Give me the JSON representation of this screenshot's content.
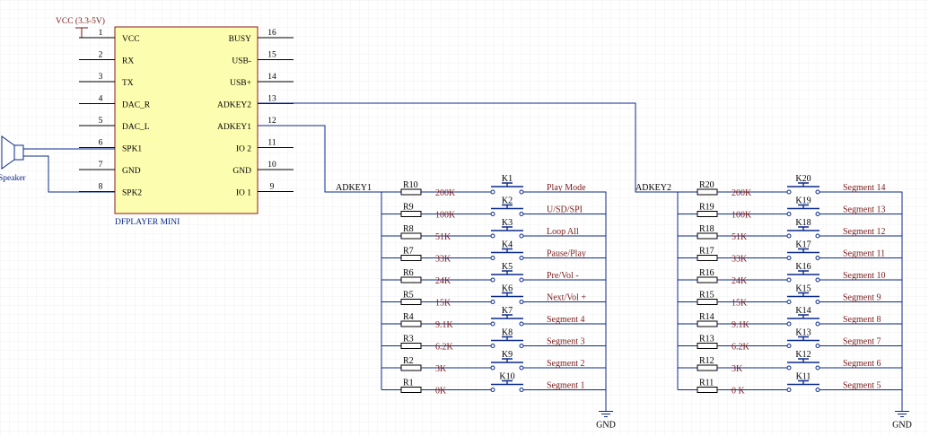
{
  "module": {
    "name": "DFPLAYER MINI",
    "vcc_label": "VCC (3.3-5V)",
    "left_pins": [
      {
        "num": "1",
        "name": "VCC"
      },
      {
        "num": "2",
        "name": "RX"
      },
      {
        "num": "3",
        "name": "TX"
      },
      {
        "num": "4",
        "name": "DAC_R"
      },
      {
        "num": "5",
        "name": "DAC_L"
      },
      {
        "num": "6",
        "name": "SPK1"
      },
      {
        "num": "7",
        "name": "GND"
      },
      {
        "num": "8",
        "name": "SPK2"
      }
    ],
    "right_pins": [
      {
        "num": "16",
        "name": "BUSY"
      },
      {
        "num": "15",
        "name": "USB-"
      },
      {
        "num": "14",
        "name": "USB+"
      },
      {
        "num": "13",
        "name": "ADKEY2"
      },
      {
        "num": "12",
        "name": "ADKEY1"
      },
      {
        "num": "11",
        "name": "IO 2"
      },
      {
        "num": "10",
        "name": "GND"
      },
      {
        "num": "9",
        "name": "IO 1"
      }
    ]
  },
  "speaker_label": "Speaker",
  "networks": [
    {
      "net_label": "ADKEY1",
      "gnd_label": "GND",
      "rows": [
        {
          "r": "R10",
          "value": "200K",
          "k": "K1",
          "function": "Play Mode"
        },
        {
          "r": "R9",
          "value": "100K",
          "k": "K2",
          "function": "U/SD/SPI"
        },
        {
          "r": "R8",
          "value": "51K",
          "k": "K3",
          "function": "Loop All"
        },
        {
          "r": "R7",
          "value": "33K",
          "k": "K4",
          "function": "Pause/Play"
        },
        {
          "r": "R6",
          "value": "24K",
          "k": "K5",
          "function": "Pre/Vol -"
        },
        {
          "r": "R5",
          "value": "15K",
          "k": "K6",
          "function": "Next/Vol +"
        },
        {
          "r": "R4",
          "value": "9.1K",
          "k": "K7",
          "function": "Segment 4"
        },
        {
          "r": "R3",
          "value": "6.2K",
          "k": "K8",
          "function": "Segment 3"
        },
        {
          "r": "R2",
          "value": "3K",
          "k": "K9",
          "function": "Segment 2"
        },
        {
          "r": "R1",
          "value": "0K",
          "k": "K10",
          "function": "Segment 1"
        }
      ]
    },
    {
      "net_label": "ADKEY2",
      "gnd_label": "GND",
      "rows": [
        {
          "r": "R20",
          "value": "200K",
          "k": "K20",
          "function": "Segment 14"
        },
        {
          "r": "R19",
          "value": "100K",
          "k": "K19",
          "function": "Segment 13"
        },
        {
          "r": "R18",
          "value": "51K",
          "k": "K18",
          "function": "Segment 12"
        },
        {
          "r": "R17",
          "value": "33K",
          "k": "K17",
          "function": "Segment 11"
        },
        {
          "r": "R16",
          "value": "24K",
          "k": "K16",
          "function": "Segment 10"
        },
        {
          "r": "R15",
          "value": "15K",
          "k": "K15",
          "function": "Segment 9"
        },
        {
          "r": "R14",
          "value": "9.1K",
          "k": "K14",
          "function": "Segment 8"
        },
        {
          "r": "R13",
          "value": "6.2K",
          "k": "K13",
          "function": "Segment 7"
        },
        {
          "r": "R12",
          "value": "3K",
          "k": "K12",
          "function": "Segment 6"
        },
        {
          "r": "R11",
          "value": "0 K",
          "k": "K11",
          "function": "Segment 5"
        }
      ]
    }
  ],
  "colors": {
    "wire": "#0b2a8a",
    "label": "#7a1a1a",
    "chip_fill": "#fdfdb0",
    "chip_border": "#8b1a1a",
    "grid": "#f0f0f0"
  }
}
